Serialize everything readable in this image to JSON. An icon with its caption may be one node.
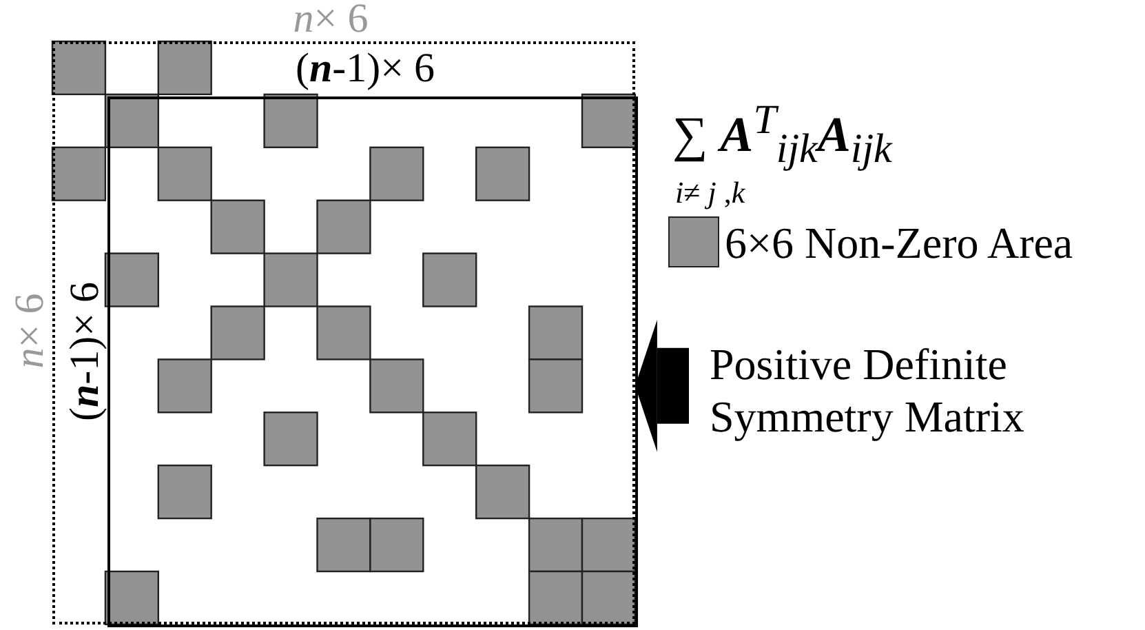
{
  "diagram": {
    "nodes": [
      {
        "text": [],
        "shape": "box"
      },
      {
        "text": [],
        "shape": "box",
        "in": 0
      },
      {
        "text": [
          "Positive Definite Symmetry Matrix"
        ]
      }
    ],
    "edges": [
      {
        "from": 2,
        "to": 1,
        "arrow": "to"
      }
    ],
    "labels": [
      "*n*× 6",
      "(**n**-1)× 6",
      "∑ **A**$^{T}$$_{ijk}$**A**$_{ijk}$",
      "*i*≠ *j* ,*k*",
      "*n*× 6",
      "(**n**-1)× 6"
    ],
    "legend": [
      {
        "text": "6×6 Non-Zero Area",
        "color": "#939393"
      }
    ]
  }
}
